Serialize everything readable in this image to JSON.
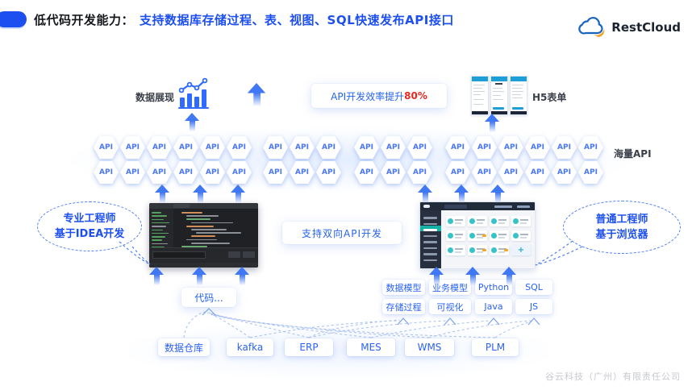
{
  "header": {
    "title_black": "低代码开发能力：",
    "title_blue": "支持数据库存储过程、表、视图、SQL快速发布API接口",
    "logo_text": "RestCloud"
  },
  "top": {
    "data_display_label": "数据展现",
    "efficiency_text": "API开发效率提升",
    "efficiency_value": "80%",
    "h5_label": "H5表单"
  },
  "api_grid": {
    "label": "API",
    "massive_label": "海量API",
    "rows": 2,
    "per_row": 18
  },
  "middle": {
    "left_bubble": [
      "专业工程师",
      "基于IDEA开发"
    ],
    "center_box": "支持双向API开发",
    "right_bubble": [
      "普通工程师",
      "基于浏览器"
    ]
  },
  "lower": {
    "code_box": "代码...",
    "grid": [
      [
        "数据模型",
        "业务模型",
        "Python",
        "SQL"
      ],
      [
        "存储过程",
        "可视化",
        "Java",
        "JS"
      ]
    ]
  },
  "bottom": {
    "sources": [
      "数据仓库",
      "kafka",
      "ERP",
      "MES",
      "WMS",
      "PLM"
    ]
  },
  "footer": {
    "company": "谷云科技（广州）有限责任公司"
  },
  "colors": {
    "primary_blue": "#1d4ff0",
    "highlight_red": "#e8281e",
    "teal": "#12b3a6",
    "orange_badge": "#f5a623"
  }
}
